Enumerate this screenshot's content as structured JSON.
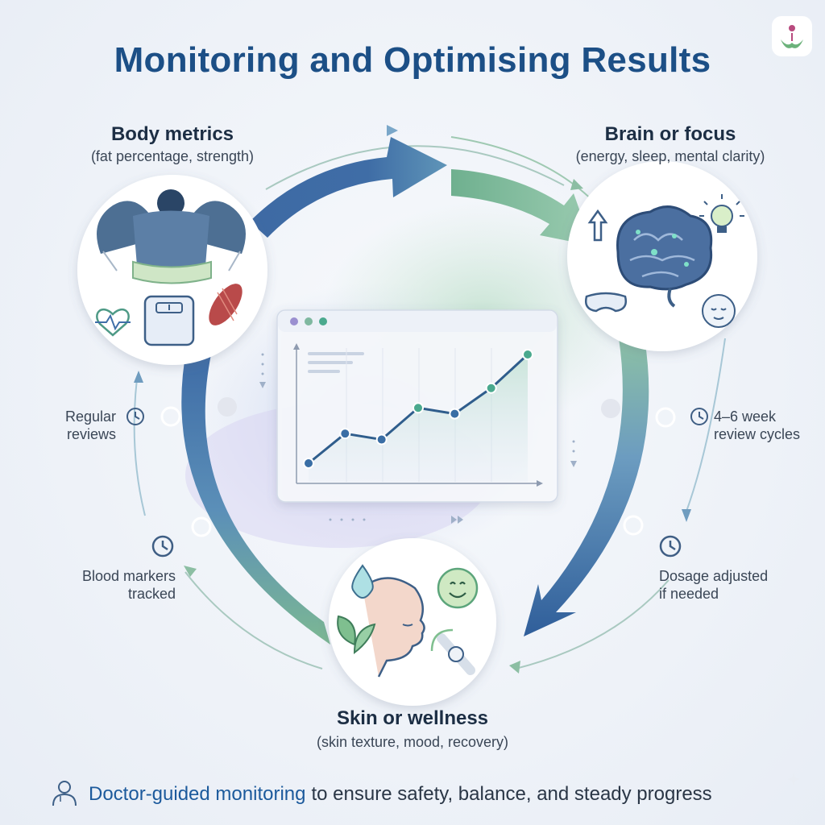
{
  "title": "Monitoring and Optimising Results",
  "nodes": {
    "body": {
      "title": "Body metrics",
      "subtitle": "(fat percentage, strength)"
    },
    "brain": {
      "title": "Brain or focus",
      "subtitle": "(energy, sleep, mental clarity)"
    },
    "skin": {
      "title": "Skin or wellness",
      "subtitle": "(skin texture, mood, recovery)"
    }
  },
  "side_labels": {
    "regular_reviews": [
      "Regular",
      "reviews"
    ],
    "review_cycles": [
      "4–6 week",
      "review cycles"
    ],
    "blood_markers": [
      "Blood markers",
      "tracked"
    ],
    "dosage": [
      "Dosage adjusted",
      "if needed"
    ]
  },
  "footer": {
    "highlight": "Doctor-guided monitoring",
    "rest": "to ensure safety, balance, and steady progress"
  },
  "colors": {
    "title": "#1c4f86",
    "blue_arrow": "#3f6fa8",
    "green_arrow": "#7fb894",
    "line": "#2f5d8c",
    "point_blue": "#3a6ea5",
    "point_teal": "#4aa98e"
  },
  "chart_data": {
    "type": "line",
    "series": [
      {
        "values": [
          1,
          2.5,
          2.2,
          3.8,
          3.5,
          4.8,
          6.5
        ]
      }
    ],
    "x": [
      1,
      2,
      3,
      4,
      5,
      6,
      7
    ],
    "title": "",
    "xlabel": "",
    "ylabel": "",
    "grid": true
  }
}
